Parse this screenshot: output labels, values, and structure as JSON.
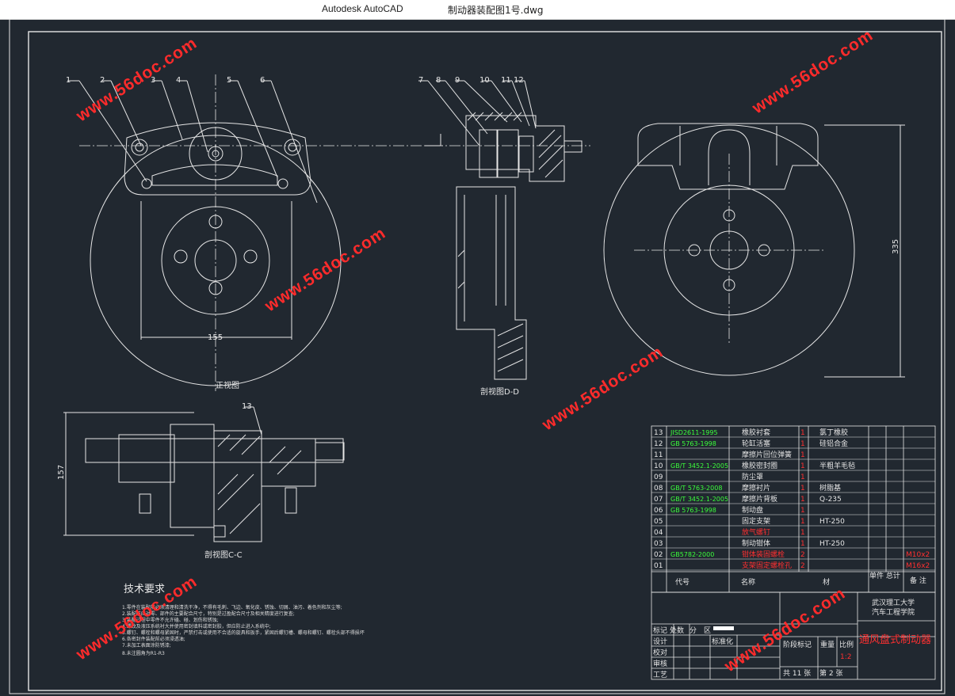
{
  "window": {
    "app_title": "Autodesk AutoCAD",
    "file_title": "制动器装配图1号.dwg"
  },
  "drawing": {
    "views": {
      "front": "正视图",
      "section_dd": "剖视图D-D",
      "section_cc": "剖视图C-C"
    },
    "dimensions": {
      "width_155": "155",
      "height_157": "157",
      "height_335": "335"
    },
    "balloons_top": [
      "1",
      "2",
      "3",
      "4",
      "5",
      "6"
    ],
    "balloons_section": [
      "7",
      "8",
      "9",
      "10",
      "11",
      "12"
    ],
    "balloon_cc": "13",
    "tech_title": "技术要求",
    "tech_notes": [
      "1.零件在装配前必须清理和清洗干净，不得有毛刺、飞边、氧化皮、锈蚀、切屑、油污、着色剂和灰尘等;",
      "2.装配前应对零、部件的主要配合尺寸，特别是过盈配合尺寸及相关精度进行复查;",
      "3.装配过程中零件不允许磕、碰、划伤和锈蚀;",
      "4.螺纹及液压系统衬大并使用密封填料或密封胶，但应防止进入系统中;",
      "5.螺钉、螺栓和螺母紧固时，严禁打击或使用不合适的旋具和扳手，紧固后螺钉槽、螺母和螺钉、螺栓头部不得损坏",
      "6.各密封件装配前必须浸透油;",
      "7.未加工表面涂防锈漆;",
      "8.未注圆角为R1-R3"
    ],
    "watermark": "www.56doc.com"
  },
  "bom": {
    "rows": [
      {
        "no": "13",
        "std": "JISD2611-1995",
        "name": "橡胶衬套",
        "qty": "1",
        "mat": "氯丁橡胶",
        "note": ""
      },
      {
        "no": "12",
        "std": "GB 5763-1998",
        "name": "轮缸活塞",
        "qty": "1",
        "mat": "硅铝合金",
        "note": ""
      },
      {
        "no": "11",
        "std": "",
        "name": "摩擦片回位弹簧",
        "qty": "1",
        "mat": "",
        "note": ""
      },
      {
        "no": "10",
        "std": "GB/T 3452.1-2005",
        "name": "橡胶密封圈",
        "qty": "1",
        "mat": "半粗羊毛毡",
        "note": ""
      },
      {
        "no": "09",
        "std": "",
        "name": "防尘罩",
        "qty": "1",
        "mat": "",
        "note": ""
      },
      {
        "no": "08",
        "std": "GB/T 5763-2008",
        "name": "摩擦衬片",
        "qty": "1",
        "mat": "树脂基",
        "note": ""
      },
      {
        "no": "07",
        "std": "GB/T 3452.1-2005",
        "name": "摩擦片背板",
        "qty": "1",
        "mat": "Q-235",
        "note": ""
      },
      {
        "no": "06",
        "std": "GB 5763-1998",
        "name": "制动盘",
        "qty": "1",
        "mat": "",
        "note": ""
      },
      {
        "no": "05",
        "std": "",
        "name": "固定支架",
        "qty": "1",
        "mat": "HT-250",
        "note": ""
      },
      {
        "no": "04",
        "std": "",
        "name": "放气螺钉",
        "qty": "1",
        "mat": "",
        "note": ""
      },
      {
        "no": "03",
        "std": "",
        "name": "制动钳体",
        "qty": "1",
        "mat": "HT-250",
        "note": ""
      },
      {
        "no": "02",
        "std": "GB5782-2000",
        "name": "钳体装固螺栓",
        "qty": "2",
        "mat": "",
        "note": "M10x2"
      },
      {
        "no": "01",
        "std": "",
        "name": "支架固定螺栓孔",
        "qty": "2",
        "mat": "",
        "note": "M16x2"
      }
    ],
    "red_names": [
      "04",
      "02",
      "01"
    ],
    "header": {
      "code": "代号",
      "name": "名称",
      "material": "材",
      "single_total": "单件 总计",
      "remark": "备 注"
    }
  },
  "titleblock": {
    "school": "武汉理工大学",
    "college": "汽车工程学院",
    "drawing_name": "通风盘式制动器",
    "stage_label": "阶段标记",
    "weight_label": "重量",
    "scale_label": "比例",
    "scale": "1:2",
    "total_sheets": "共 11 张",
    "sheet_no": "第 2 张",
    "rows_left": [
      "标记",
      "处数",
      "分",
      "区"
    ],
    "roles": [
      "设计",
      "校对",
      "审核",
      "工艺"
    ],
    "standardize": "标准化"
  },
  "colors": {
    "background": "#212830",
    "line": "#e6e6e6",
    "green_text": "#3cff3c",
    "red_text": "#ff3030",
    "watermark": "#ff2b2b"
  }
}
